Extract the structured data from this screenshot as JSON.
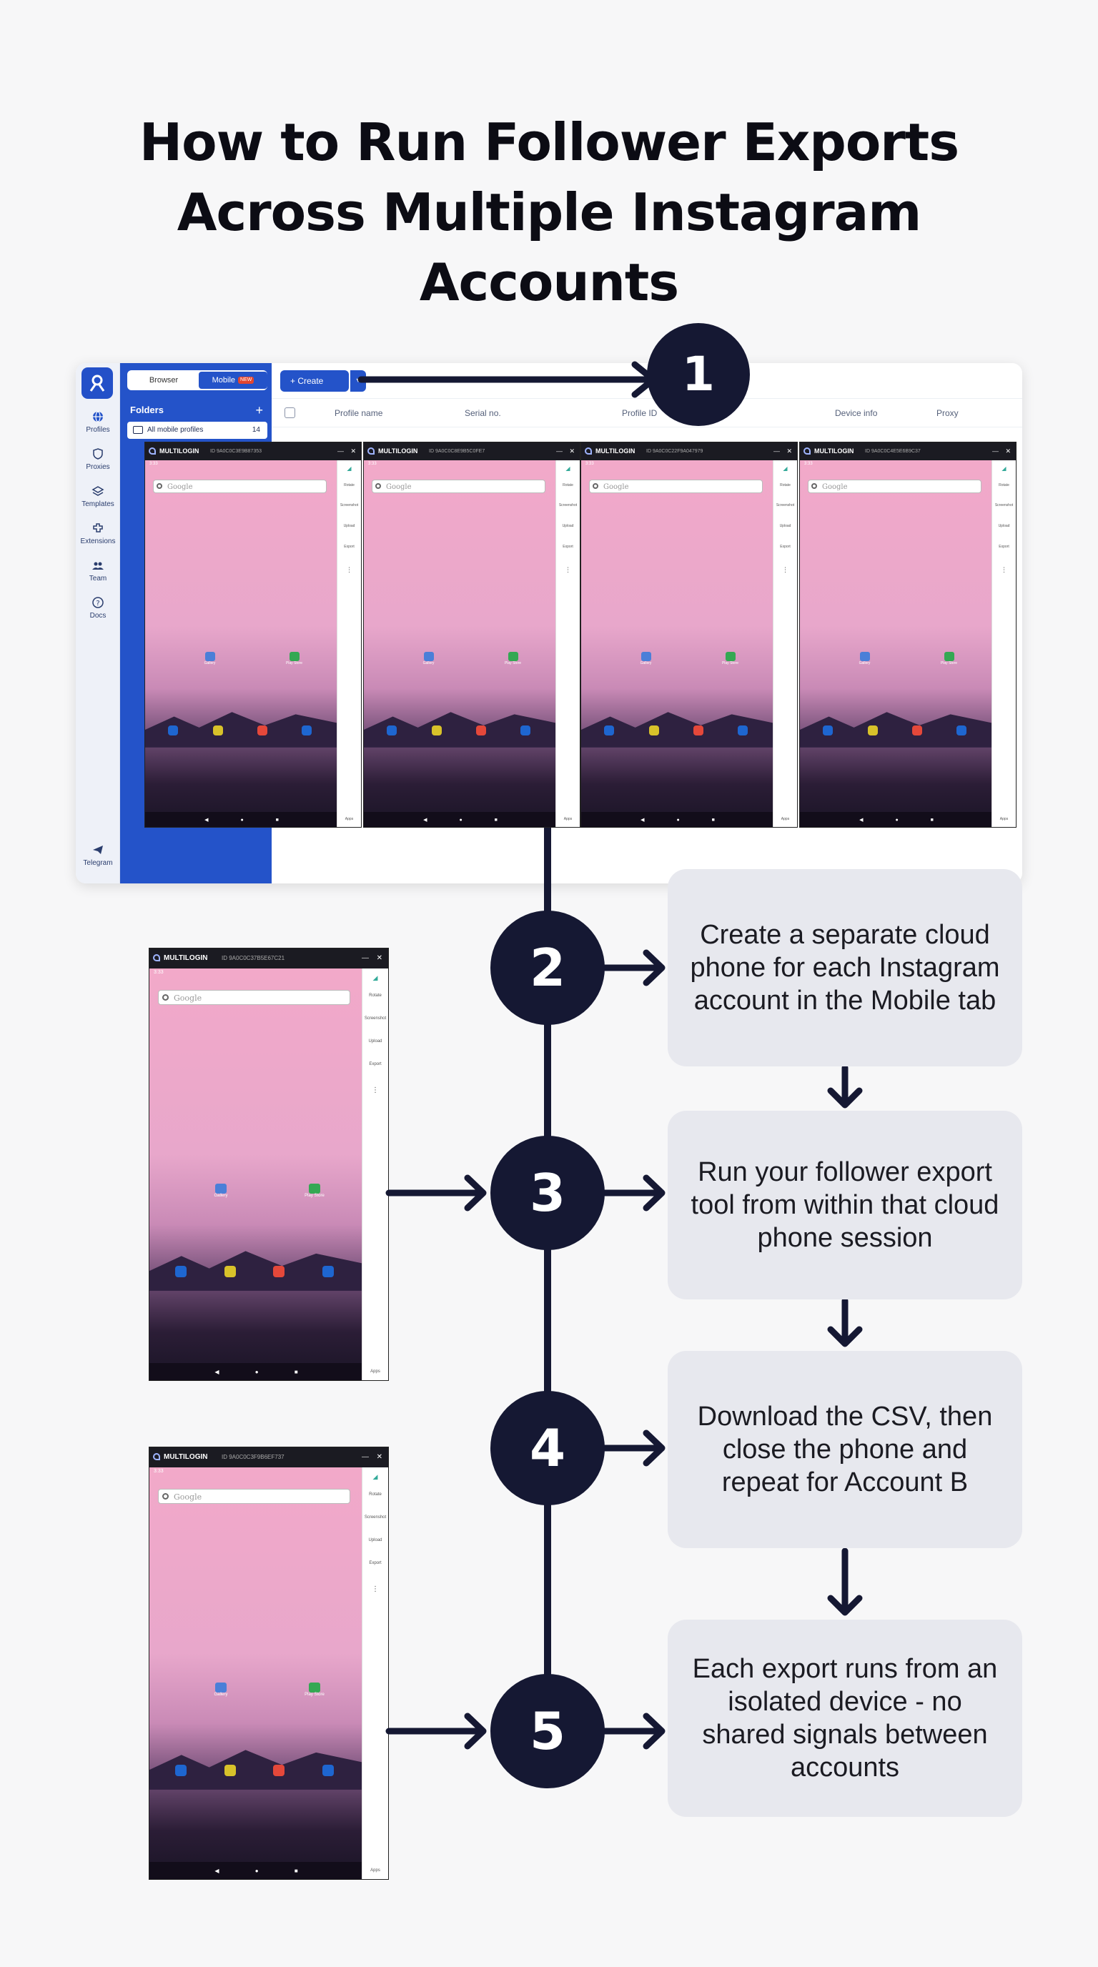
{
  "title": {
    "line1": "How to Run Follower Exports",
    "line2": "Across Multiple Instagram",
    "line3": "Accounts"
  },
  "app": {
    "nav": [
      "Profiles",
      "Proxies",
      "Templates",
      "Extensions",
      "Team",
      "Docs",
      "Telegram"
    ],
    "tabs": {
      "browser": "Browser",
      "mobile": "Mobile",
      "mobile_badge": "NEW"
    },
    "folders_label": "Folders",
    "folders_add": "+",
    "all_profiles": "All mobile profiles",
    "all_profiles_count": "14",
    "create_label": "+ Create",
    "create_dropdown": "▾",
    "columns": [
      "Profile name",
      "Serial no.",
      "Profile ID",
      "Device info",
      "Proxy"
    ]
  },
  "phone": {
    "brand": "MULTILOGIN",
    "ids": [
      "ID 9A0C0C3E9B87353",
      "ID 9A0C0C8E9B5C0FE7",
      "ID 9A0C0C22F9A047979",
      "ID 9A0C0C4E5E6B9C37",
      "ID 9A0C0C37B5E67C21",
      "ID 9A0C0C3F9B6EF737"
    ],
    "minimize": "—",
    "close": "✕",
    "time": "3:33",
    "search_placeholder": "Google",
    "gallery_label": "Gallery",
    "playstore_label": "Play Store",
    "side_items": [
      "Rotate",
      "Screenshot",
      "Upload",
      "Export"
    ],
    "side_more": "⋮",
    "apps_label": "Apps",
    "nav_back": "◀",
    "nav_home": "●",
    "nav_recent": "■"
  },
  "steps": [
    {
      "number": "1"
    },
    {
      "number": "2",
      "text": "Create a separate cloud phone for each Instagram account in the Mobile tab"
    },
    {
      "number": "3",
      "text": "Run your follower export tool from within that cloud phone session"
    },
    {
      "number": "4",
      "text": "Download the CSV, then close the phone and repeat for Account B"
    },
    {
      "number": "5",
      "text": "Each export runs from an isolated device - no shared signals between accounts"
    }
  ],
  "colors": {
    "accent": "#2453c9",
    "flow": "#151833",
    "box": "#e7e8ee",
    "badge": "#e2452f"
  }
}
